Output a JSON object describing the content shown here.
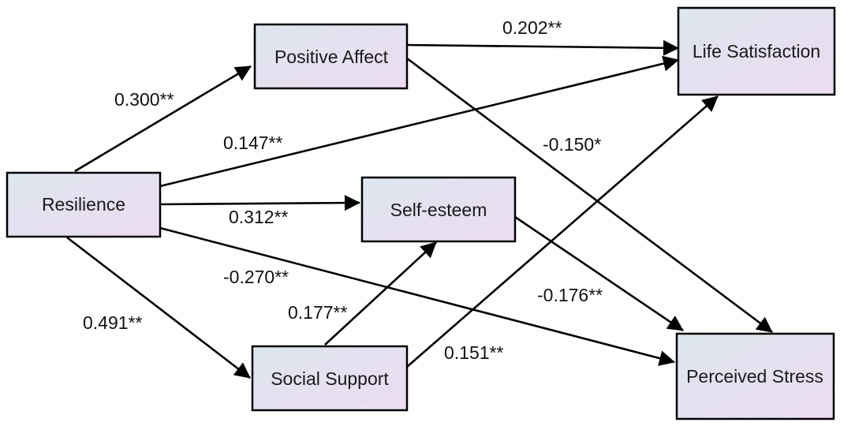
{
  "nodes": {
    "resilience": {
      "label": "Resilience"
    },
    "positive_affect": {
      "label": "Positive Affect"
    },
    "self_esteem": {
      "label": "Self-esteem"
    },
    "social_support": {
      "label": "Social Support"
    },
    "life_satisfaction": {
      "label": "Life Satisfaction"
    },
    "perceived_stress": {
      "label": "Perceived Stress"
    }
  },
  "paths": [
    {
      "from": "Resilience",
      "to": "Positive Affect",
      "coefficient": "0.300**"
    },
    {
      "from": "Resilience",
      "to": "Life Satisfaction",
      "coefficient": "0.147**"
    },
    {
      "from": "Resilience",
      "to": "Self-esteem",
      "coefficient": "0.312**"
    },
    {
      "from": "Resilience",
      "to": "Perceived Stress",
      "coefficient": "-0.270**"
    },
    {
      "from": "Resilience",
      "to": "Social Support",
      "coefficient": "0.491**"
    },
    {
      "from": "Positive Affect",
      "to": "Life Satisfaction",
      "coefficient": "0.202**"
    },
    {
      "from": "Positive Affect",
      "to": "Perceived Stress",
      "coefficient": "-0.150*"
    },
    {
      "from": "Social Support",
      "to": "Self-esteem",
      "coefficient": "0.177**"
    },
    {
      "from": "Social Support",
      "to": "Life Satisfaction",
      "coefficient": "0.151**"
    },
    {
      "from": "Self-esteem",
      "to": "Perceived Stress",
      "coefficient": "-0.176**"
    }
  ],
  "colors": {
    "box_fill_start": "#dde6ee",
    "box_fill_end": "#ecdcf2",
    "arrow": "#000000"
  }
}
